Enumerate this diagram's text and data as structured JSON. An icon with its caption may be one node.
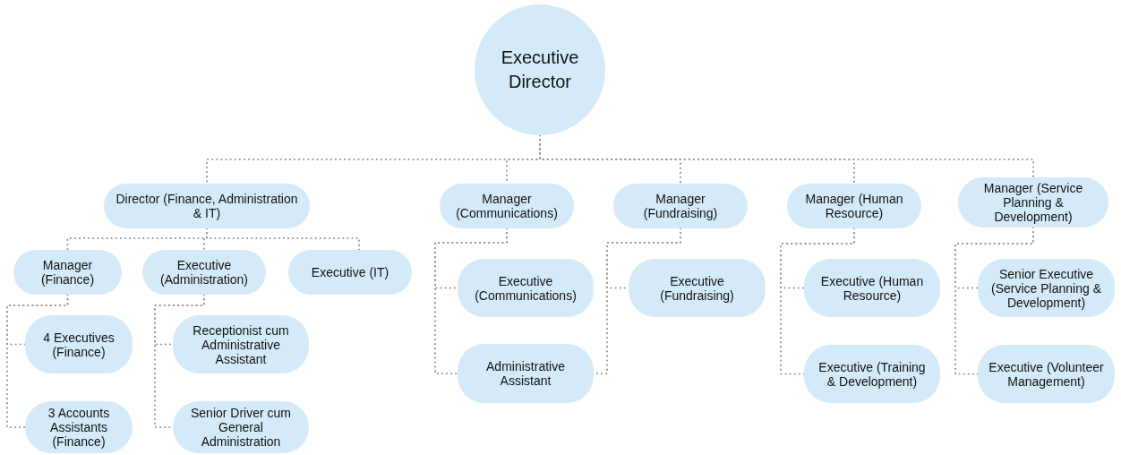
{
  "diagram": {
    "nodes": [
      {
        "text": [
          "Executive Director"
        ]
      },
      {
        "text": [
          "Director (Finance, Administration & IT)"
        ]
      },
      {
        "text": [
          "Manager (Communications)"
        ]
      },
      {
        "text": [
          "Manager (Fundraising)"
        ]
      },
      {
        "text": [
          "Manager (Human Resource)"
        ]
      },
      {
        "text": [
          "Manager (Service Planning & Development)"
        ]
      },
      {
        "text": [
          "Manager (Finance)"
        ]
      },
      {
        "text": [
          "Executive (Administration)"
        ]
      },
      {
        "text": [
          "Executive (IT)"
        ]
      },
      {
        "text": [
          "4 Executives (Finance)"
        ]
      },
      {
        "text": [
          "3 Accounts Assistants (Finance)"
        ]
      },
      {
        "text": [
          "Receptionist cum Administrative Assistant"
        ]
      },
      {
        "text": [
          "Senior Driver cum General Administration"
        ]
      },
      {
        "text": [
          "Executive (Communications)"
        ]
      },
      {
        "text": [
          "Administrative Assistant"
        ]
      },
      {
        "text": [
          "Executive (Fundraising)"
        ]
      },
      {
        "text": [
          "Executive (Human Resource)"
        ]
      },
      {
        "text": [
          "Executive (Training & Development)"
        ]
      },
      {
        "text": [
          "Senior Executive (Service Planning & Development)"
        ]
      },
      {
        "text": [
          "Executive (Volunteer Management)"
        ]
      }
    ],
    "edges": [
      {
        "from": 0,
        "to": 1,
        "arrow": "none"
      },
      {
        "from": 0,
        "to": 2,
        "arrow": "none"
      },
      {
        "from": 0,
        "to": 3,
        "arrow": "none"
      },
      {
        "from": 0,
        "to": 4,
        "arrow": "none"
      },
      {
        "from": 0,
        "to": 5,
        "arrow": "none"
      },
      {
        "from": 1,
        "to": 6,
        "arrow": "none"
      },
      {
        "from": 1,
        "to": 7,
        "arrow": "none"
      },
      {
        "from": 1,
        "to": 8,
        "arrow": "none"
      },
      {
        "from": 6,
        "to": 9,
        "arrow": "none"
      },
      {
        "from": 6,
        "to": 10,
        "arrow": "none"
      },
      {
        "from": 7,
        "to": 11,
        "arrow": "none"
      },
      {
        "from": 7,
        "to": 12,
        "arrow": "none"
      },
      {
        "from": 2,
        "to": 13,
        "arrow": "none"
      },
      {
        "from": 2,
        "to": 14,
        "arrow": "none"
      },
      {
        "from": 3,
        "to": 15,
        "arrow": "none"
      },
      {
        "from": 3,
        "to": 14,
        "arrow": "none"
      },
      {
        "from": 4,
        "to": 16,
        "arrow": "none"
      },
      {
        "from": 4,
        "to": 17,
        "arrow": "none"
      },
      {
        "from": 5,
        "to": 18,
        "arrow": "none"
      },
      {
        "from": 5,
        "to": 19,
        "arrow": "none"
      }
    ]
  }
}
